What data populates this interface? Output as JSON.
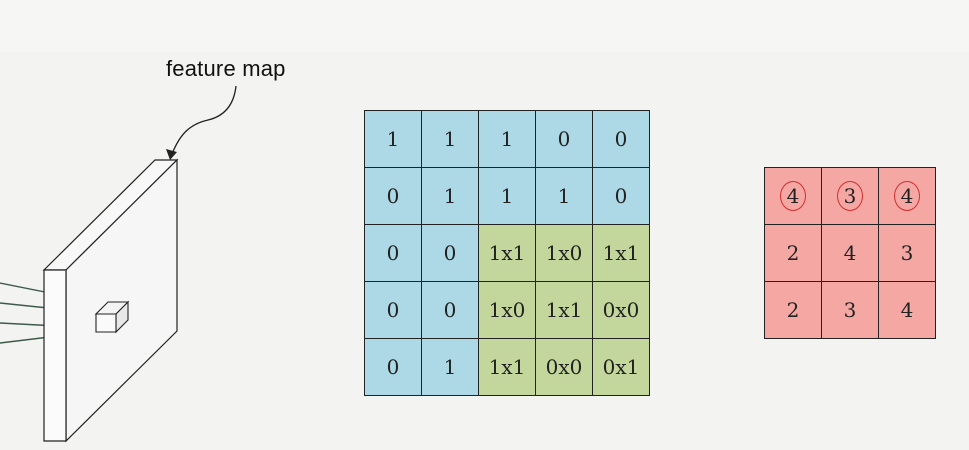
{
  "feature_map_label": "feature map",
  "input_grid": [
    [
      "1",
      "1",
      "1",
      "0",
      "0"
    ],
    [
      "0",
      "1",
      "1",
      "1",
      "0"
    ],
    [
      "0",
      "0",
      "1x1",
      "1x0",
      "1x1"
    ],
    [
      "0",
      "0",
      "1x0",
      "1x1",
      "0x0"
    ],
    [
      "0",
      "1",
      "1x1",
      "0x0",
      "0x1"
    ]
  ],
  "output_grid": [
    [
      "4",
      "3",
      "4"
    ],
    [
      "2",
      "4",
      "3"
    ],
    [
      "2",
      "3",
      "4"
    ]
  ],
  "colors": {
    "input_cell": "#add8e6",
    "kernel_cell": "#c3d69b",
    "output_cell": "#f4a7a3",
    "circle_mark": "#d23030"
  }
}
